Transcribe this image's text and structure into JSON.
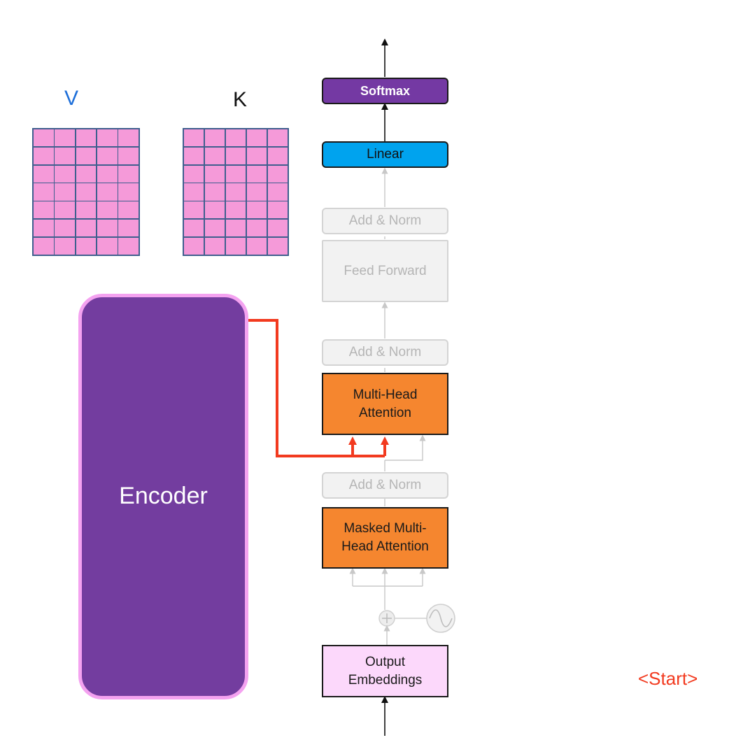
{
  "matrices": {
    "v": {
      "label": "V",
      "color": "#1e6fd9",
      "rows": 7,
      "cols": 5
    },
    "k": {
      "label": "K",
      "color": "#111111",
      "rows": 7,
      "cols": 5
    }
  },
  "decoder": {
    "softmax": "Softmax",
    "linear": "Linear",
    "add_norm_top": "Add & Norm",
    "feed_forward": "Feed Forward",
    "add_norm_mid": "Add & Norm",
    "mha_line1": "Multi-Head",
    "mha_line2": "Attention",
    "add_norm_bottom": "Add & Norm",
    "masked_line1": "Masked Multi-",
    "masked_line2": "Head Attention",
    "out_emb_line1": "Output",
    "out_emb_line2": "Embeddings"
  },
  "encoder": {
    "label": "Encoder"
  },
  "start_token": "<Start>",
  "colors": {
    "softmax": "#7439a3",
    "linear": "#00a3ee",
    "attention": "#f5862f",
    "encoder": "#733d9f",
    "encoder_border": "#f4a2f0",
    "output_embeddings": "#fcd8fb",
    "matrix_cell": "#f59ad9",
    "connection": "#f23a1f"
  }
}
